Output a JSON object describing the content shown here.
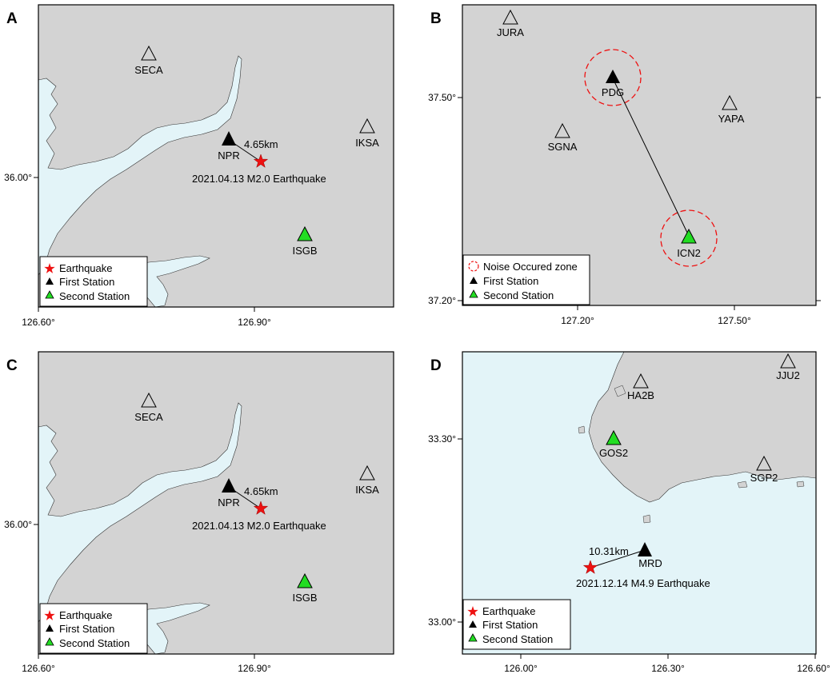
{
  "colors": {
    "land": "#d3d3d3",
    "water": "#e3f4f8",
    "first_station": "#000000",
    "second_station": "#22dd22",
    "earthquake": "#ee1111",
    "noise_zone": "#ee1111"
  },
  "panels": [
    {
      "letter": "A",
      "background": "land",
      "x_ticks": [
        "126.60°",
        "126.90°"
      ],
      "y_ticks": [
        "36.00°"
      ],
      "stations": [
        {
          "code": "SECA",
          "role": "other"
        },
        {
          "code": "NPR",
          "role": "first"
        },
        {
          "code": "IKSA",
          "role": "other"
        },
        {
          "code": "ISGB",
          "role": "second"
        }
      ],
      "earthquake": {
        "label": "2021.04.13 M2.0 Earthquake"
      },
      "distance_label": "4.65km",
      "legend": [
        "Earthquake",
        "First Station",
        "Second Station"
      ]
    },
    {
      "letter": "B",
      "background": "land",
      "x_ticks": [
        "127.20°",
        "127.50°"
      ],
      "y_ticks": [
        "37.50°",
        "37.20°"
      ],
      "stations": [
        {
          "code": "JURA",
          "role": "other"
        },
        {
          "code": "PDG",
          "role": "first"
        },
        {
          "code": "YAPA",
          "role": "other"
        },
        {
          "code": "SGNA",
          "role": "other"
        },
        {
          "code": "ICN2",
          "role": "second"
        }
      ],
      "legend": [
        "Noise Occured zone",
        "First Station",
        "Second Station"
      ]
    },
    {
      "letter": "C",
      "background": "land",
      "x_ticks": [
        "126.60°",
        "126.90°"
      ],
      "y_ticks": [
        "36.00°"
      ],
      "stations": [
        {
          "code": "SECA",
          "role": "other"
        },
        {
          "code": "NPR",
          "role": "first"
        },
        {
          "code": "IKSA",
          "role": "other"
        },
        {
          "code": "ISGB",
          "role": "second"
        }
      ],
      "earthquake": {
        "label": "2021.04.13 M2.0 Earthquake"
      },
      "distance_label": "4.65km",
      "legend": [
        "Earthquake",
        "First Station",
        "Second Station"
      ]
    },
    {
      "letter": "D",
      "background": "water",
      "x_ticks": [
        "126.00°",
        "126.30°",
        "126.60°"
      ],
      "y_ticks": [
        "33.30°",
        "33.00°"
      ],
      "stations": [
        {
          "code": "HA2B",
          "role": "other"
        },
        {
          "code": "JJU2",
          "role": "other"
        },
        {
          "code": "GOS2",
          "role": "second"
        },
        {
          "code": "SGP2",
          "role": "other"
        },
        {
          "code": "MRD",
          "role": "first"
        }
      ],
      "earthquake": {
        "label": "2021.12.14 M4.9 Earthquake"
      },
      "distance_label": "10.31km",
      "legend": [
        "Earthquake",
        "First Station",
        "Second Station"
      ]
    }
  ]
}
